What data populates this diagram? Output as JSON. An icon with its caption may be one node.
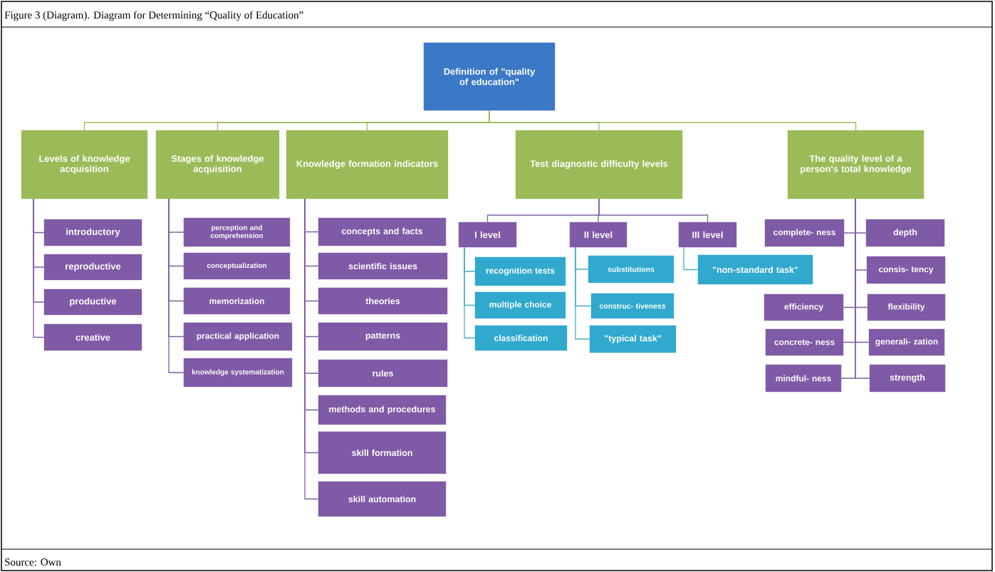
{
  "diagram": {
    "title": "Figure 3 (Diagram). Diagram for Determining “Quality of Education”",
    "caption": "Source: Own",
    "nodes": [
      {
        "text": [
          "Definition of \"quality of education\""
        ]
      },
      {
        "text": [
          "Levels of knowledge acquisition"
        ]
      },
      {
        "text": [
          "Stages of knowledge acquisition"
        ]
      },
      {
        "text": [
          "Knowledge formation indicators"
        ]
      },
      {
        "text": [
          "Test diagnostic difficulty levels"
        ]
      },
      {
        "text": [
          "The quality level of a person's total knowledge"
        ]
      },
      {
        "text": [
          "introductory"
        ]
      },
      {
        "text": [
          "reproductive"
        ]
      },
      {
        "text": [
          "productive"
        ]
      },
      {
        "text": [
          "creative"
        ]
      },
      {
        "text": [
          "perception and comprehension"
        ]
      },
      {
        "text": [
          "conceptualization"
        ]
      },
      {
        "text": [
          "memorization"
        ]
      },
      {
        "text": [
          "practical application"
        ]
      },
      {
        "text": [
          "knowledge systematization"
        ]
      },
      {
        "text": [
          "concepts and facts"
        ]
      },
      {
        "text": [
          "scientific issues"
        ]
      },
      {
        "text": [
          "theories"
        ]
      },
      {
        "text": [
          "patterns"
        ]
      },
      {
        "text": [
          "rules"
        ]
      },
      {
        "text": [
          "methods and procedures"
        ]
      },
      {
        "text": [
          "skill formation"
        ]
      },
      {
        "text": [
          "skill automation"
        ]
      },
      {
        "text": [
          "I  level"
        ]
      },
      {
        "text": [
          "II level"
        ]
      },
      {
        "text": [
          "III level"
        ]
      },
      {
        "text": [
          "recognition tests"
        ]
      },
      {
        "text": [
          "multiple choice"
        ]
      },
      {
        "text": [
          "classification"
        ]
      },
      {
        "text": [
          "substitutions"
        ]
      },
      {
        "text": [
          "construc- tiveness"
        ]
      },
      {
        "text": [
          "\"typical task\""
        ]
      },
      {
        "text": [
          "\"non-standard task\""
        ]
      },
      {
        "text": [
          "complete- ness"
        ]
      },
      {
        "text": [
          "depth"
        ]
      },
      {
        "text": [
          "consis- tency"
        ]
      },
      {
        "text": [
          "efficiency"
        ]
      },
      {
        "text": [
          "flexibility"
        ]
      },
      {
        "text": [
          "concrete- ness"
        ]
      },
      {
        "text": [
          "generali- zation"
        ]
      },
      {
        "text": [
          "mindful- ness"
        ]
      },
      {
        "text": [
          "strength"
        ]
      }
    ],
    "edges": [
      {
        "from": 0,
        "to": 1,
        "arrow": "none",
        "color": "#9bbb59"
      },
      {
        "from": 0,
        "to": 2,
        "arrow": "none",
        "color": "#9bbb59"
      },
      {
        "from": 0,
        "to": 3,
        "arrow": "none",
        "color": "#9bbb59"
      },
      {
        "from": 0,
        "to": 4,
        "arrow": "none",
        "color": "#9bbb59"
      },
      {
        "from": 0,
        "to": 5,
        "arrow": "none",
        "color": "#9bbb59"
      },
      {
        "from": 1,
        "to": 6,
        "arrow": "none"
      },
      {
        "from": 1,
        "to": 7,
        "arrow": "none"
      },
      {
        "from": 1,
        "to": 8,
        "arrow": "none"
      },
      {
        "from": 1,
        "to": 9,
        "arrow": "none"
      },
      {
        "from": 2,
        "to": 10,
        "arrow": "none"
      },
      {
        "from": 2,
        "to": 11,
        "arrow": "none"
      },
      {
        "from": 2,
        "to": 12,
        "arrow": "none"
      },
      {
        "from": 2,
        "to": 13,
        "arrow": "none"
      },
      {
        "from": 2,
        "to": 14,
        "arrow": "none"
      },
      {
        "from": 3,
        "to": 15,
        "arrow": "none"
      },
      {
        "from": 3,
        "to": 16,
        "arrow": "none"
      },
      {
        "from": 3,
        "to": 17,
        "arrow": "none"
      },
      {
        "from": 3,
        "to": 18,
        "arrow": "none"
      },
      {
        "from": 3,
        "to": 19,
        "arrow": "none"
      },
      {
        "from": 3,
        "to": 20,
        "arrow": "none"
      },
      {
        "from": 3,
        "to": 21,
        "arrow": "none"
      },
      {
        "from": 3,
        "to": 22,
        "arrow": "none"
      },
      {
        "from": 4,
        "to": 23,
        "arrow": "none"
      },
      {
        "from": 4,
        "to": 24,
        "arrow": "none"
      },
      {
        "from": 4,
        "to": 25,
        "arrow": "none"
      },
      {
        "from": 23,
        "to": 26,
        "arrow": "none",
        "color": "#4bacc6"
      },
      {
        "from": 23,
        "to": 27,
        "arrow": "none",
        "color": "#4bacc6"
      },
      {
        "from": 23,
        "to": 28,
        "arrow": "none",
        "color": "#4bacc6"
      },
      {
        "from": 24,
        "to": 29,
        "arrow": "none",
        "color": "#4bacc6"
      },
      {
        "from": 24,
        "to": 30,
        "arrow": "none",
        "color": "#4bacc6"
      },
      {
        "from": 24,
        "to": 31,
        "arrow": "none",
        "color": "#4bacc6"
      },
      {
        "from": 25,
        "to": 32,
        "arrow": "none",
        "color": "#4bacc6"
      },
      {
        "from": 5,
        "to": 33,
        "arrow": "none"
      },
      {
        "from": 5,
        "to": 34,
        "arrow": "none"
      },
      {
        "from": 5,
        "to": 35,
        "arrow": "none"
      },
      {
        "from": 5,
        "to": 36,
        "arrow": "none"
      },
      {
        "from": 5,
        "to": 37,
        "arrow": "none"
      },
      {
        "from": 5,
        "to": 38,
        "arrow": "none"
      },
      {
        "from": 5,
        "to": 39,
        "arrow": "none"
      },
      {
        "from": 5,
        "to": 40,
        "arrow": "none"
      },
      {
        "from": 5,
        "to": 41,
        "arrow": "none"
      }
    ]
  }
}
